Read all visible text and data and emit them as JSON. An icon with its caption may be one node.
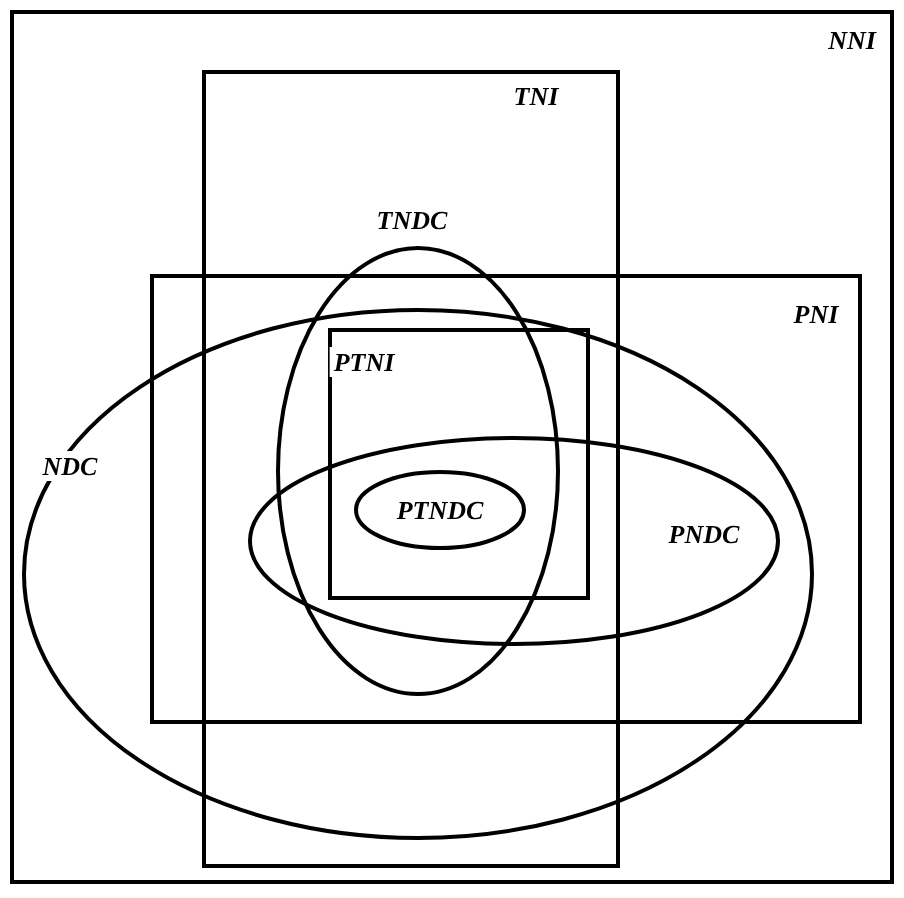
{
  "diagram": {
    "nodes": [
      {
        "text": [
          "NNI"
        ]
      },
      {
        "text": [
          "TNI"
        ],
        "in": 0
      },
      {
        "text": [
          "TNDC"
        ],
        "in": 1
      },
      {
        "text": [
          "PNI"
        ],
        "in": 0
      },
      {
        "text": [
          "PTNI"
        ]
      },
      {
        "text": [
          "NDC"
        ],
        "in": 0
      },
      {
        "text": [
          "PTNDC"
        ]
      },
      {
        "text": [
          "PNDC"
        ],
        "in": 3
      }
    ]
  }
}
